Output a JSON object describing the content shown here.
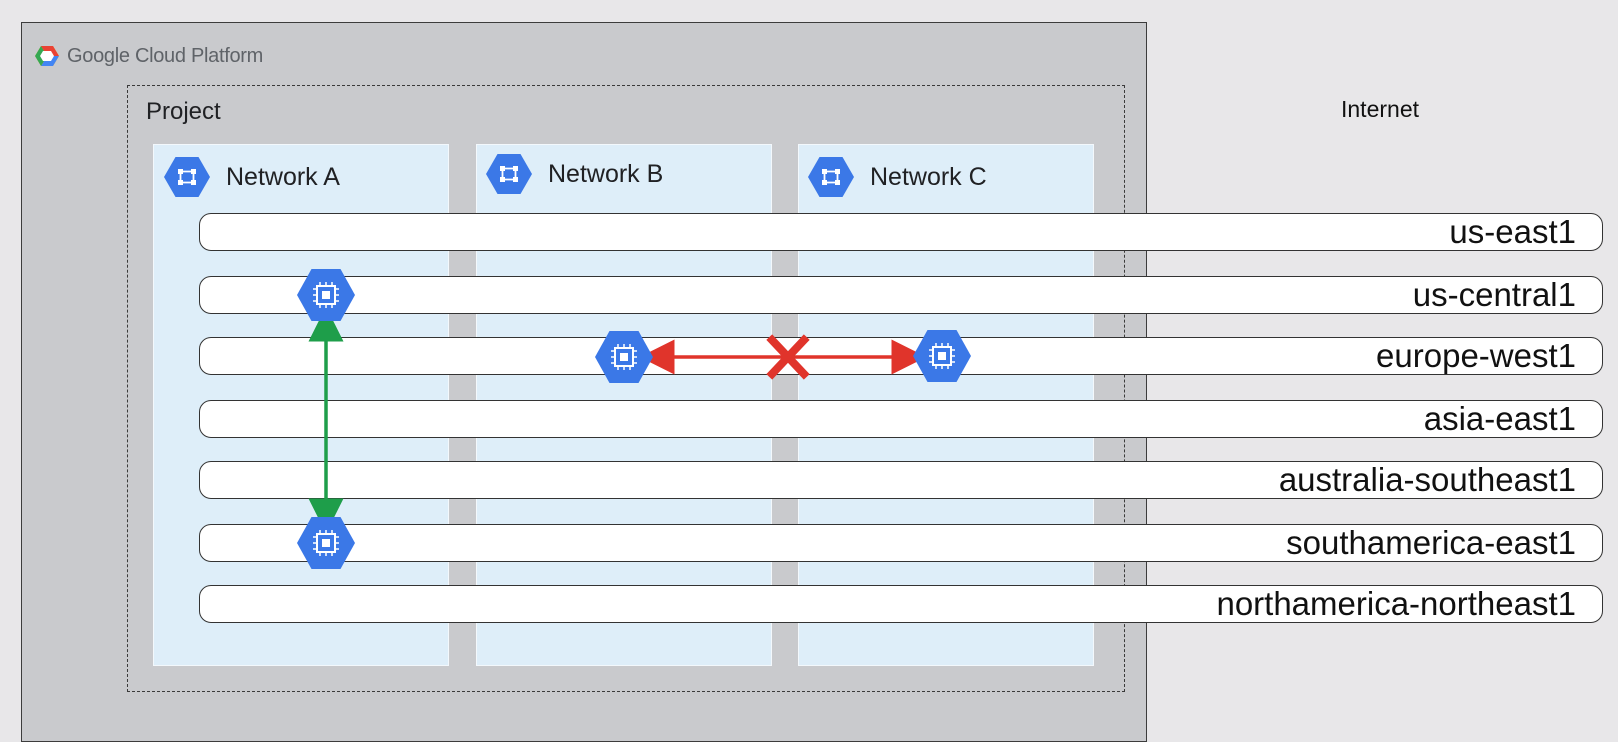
{
  "logo": {
    "text": "Google Cloud Platform",
    "colors": [
      "#ea4335",
      "#fbbc04",
      "#34a853",
      "#4285f4"
    ]
  },
  "project": {
    "label": "Project"
  },
  "internet": {
    "label": "Internet"
  },
  "networks": [
    {
      "label": "Network A",
      "icon": "network-icon"
    },
    {
      "label": "Network B",
      "icon": "network-icon"
    },
    {
      "label": "Network C",
      "icon": "network-icon"
    }
  ],
  "regions": [
    "us-east1",
    "us-central1",
    "europe-west1",
    "asia-east1",
    "australia-southeast1",
    "southamerica-east1",
    "northamerica-northeast1"
  ],
  "instances": [
    {
      "network": "Network A",
      "region": "us-central1",
      "icon": "compute-engine-icon"
    },
    {
      "network": "Network A",
      "region": "southamerica-east1",
      "icon": "compute-engine-icon"
    },
    {
      "network": "Network B",
      "region": "europe-west1",
      "icon": "compute-engine-icon"
    },
    {
      "network": "Network C",
      "region": "europe-west1",
      "icon": "compute-engine-icon"
    }
  ],
  "connections": [
    {
      "from": "Network A / us-central1",
      "to": "Network A / southamerica-east1",
      "status": "allowed",
      "color": "#1e9e4a"
    },
    {
      "from": "Network B / europe-west1",
      "to": "Network C / europe-west1",
      "status": "blocked",
      "color": "#e0342b"
    }
  ],
  "colors": {
    "hex_blue": "#3b78e7",
    "network_fill": "#deeef9",
    "gcp_fill": "#c9cacd",
    "page": "#e8e7e9"
  }
}
